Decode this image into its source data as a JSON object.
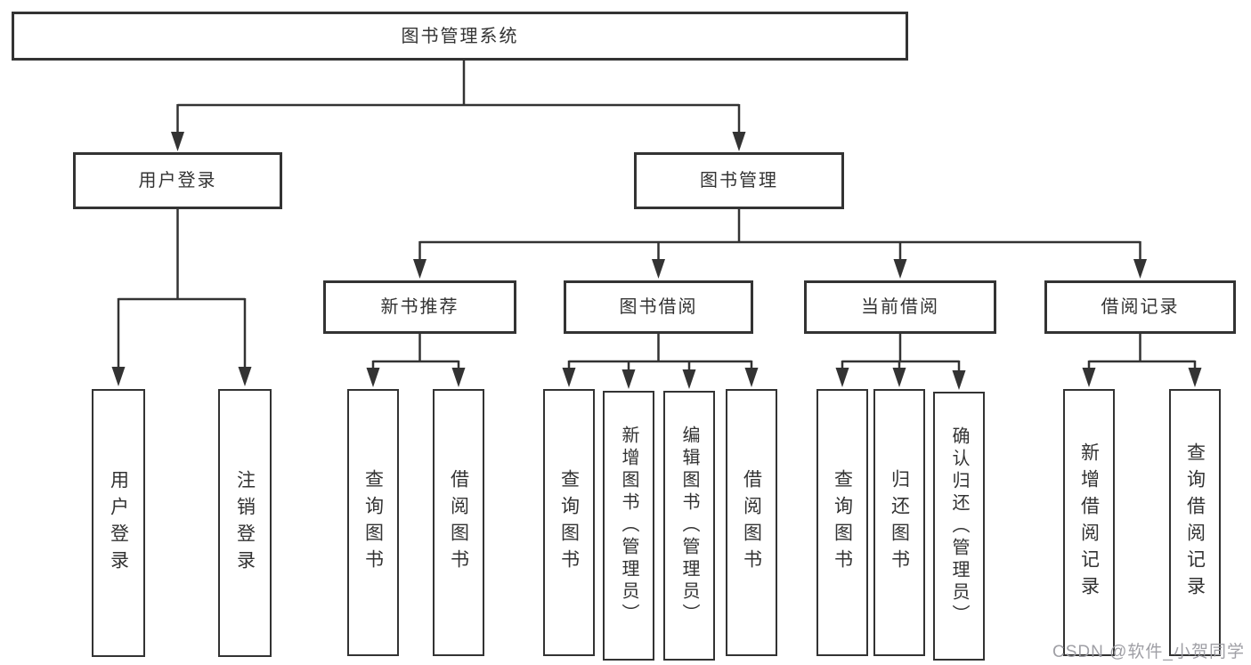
{
  "diagram": {
    "root": {
      "label": "图书管理系统"
    },
    "level2": {
      "user_login": {
        "label": "用户登录"
      },
      "book_mgmt": {
        "label": "图书管理"
      }
    },
    "level3": {
      "new_book": {
        "label": "新书推荐"
      },
      "borrowing": {
        "label": "图书借阅"
      },
      "current": {
        "label": "当前借阅"
      },
      "records": {
        "label": "借阅记录"
      }
    },
    "leaves": {
      "login": {
        "label": "用户登录"
      },
      "logout": {
        "label": "注销登录"
      },
      "nb_query": {
        "label": "查询图书"
      },
      "nb_borrow": {
        "label": "借阅图书"
      },
      "bw_query": {
        "label": "查询图书"
      },
      "bw_add": {
        "label": "新增图书（管理员）"
      },
      "bw_edit": {
        "label": "编辑图书（管理员）"
      },
      "bw_borrow": {
        "label": "借阅图书"
      },
      "cur_query": {
        "label": "查询图书"
      },
      "cur_return": {
        "label": "归还图书"
      },
      "cur_confirm": {
        "label": "确认归还（管理员）"
      },
      "rec_add": {
        "label": "新增借阅记录"
      },
      "rec_query": {
        "label": "查询借阅记录"
      }
    },
    "colors": {
      "line": "#333333",
      "text": "#333333",
      "background": "#ffffff",
      "watermark": "#9a9aa0"
    }
  },
  "watermark": {
    "text": "CSDN @软件_小贺同学"
  }
}
